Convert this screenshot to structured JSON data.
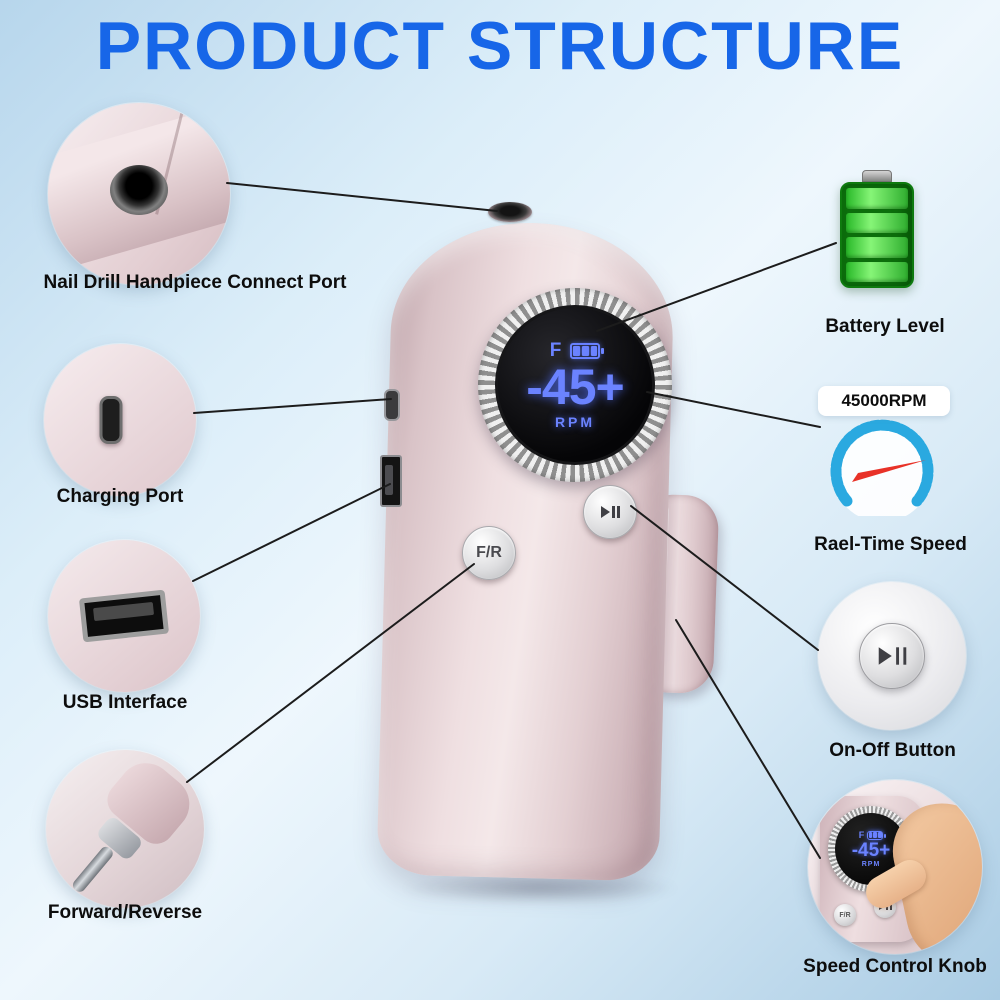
{
  "title": "PRODUCT STRUCTURE",
  "device": {
    "display": {
      "gear": "F",
      "speed": "-45+",
      "unit": "RPM"
    },
    "fr_button_label": "F/R"
  },
  "callouts": {
    "left": [
      {
        "label": "Nail Drill Handpiece Connect Port"
      },
      {
        "label": "Charging Port"
      },
      {
        "label": "USB Interface"
      },
      {
        "label": "Forward/Reverse"
      }
    ],
    "right": [
      {
        "label": "Battery Level"
      },
      {
        "label": "Rael-Time Speed",
        "badge": "45000RPM"
      },
      {
        "label": "On-Off Button"
      },
      {
        "label": "Speed Control Knob"
      }
    ]
  },
  "knob_inset": {
    "display": {
      "gear": "F",
      "speed": "-45+",
      "unit": "RPM"
    },
    "fr_button_label": "F/R"
  },
  "colors": {
    "title_blue": "#1766E8",
    "led_blue": "#6B83FF",
    "battery_green": "#3FD63F",
    "gauge_blue": "#2AA9E0",
    "needle_red": "#E83228"
  }
}
